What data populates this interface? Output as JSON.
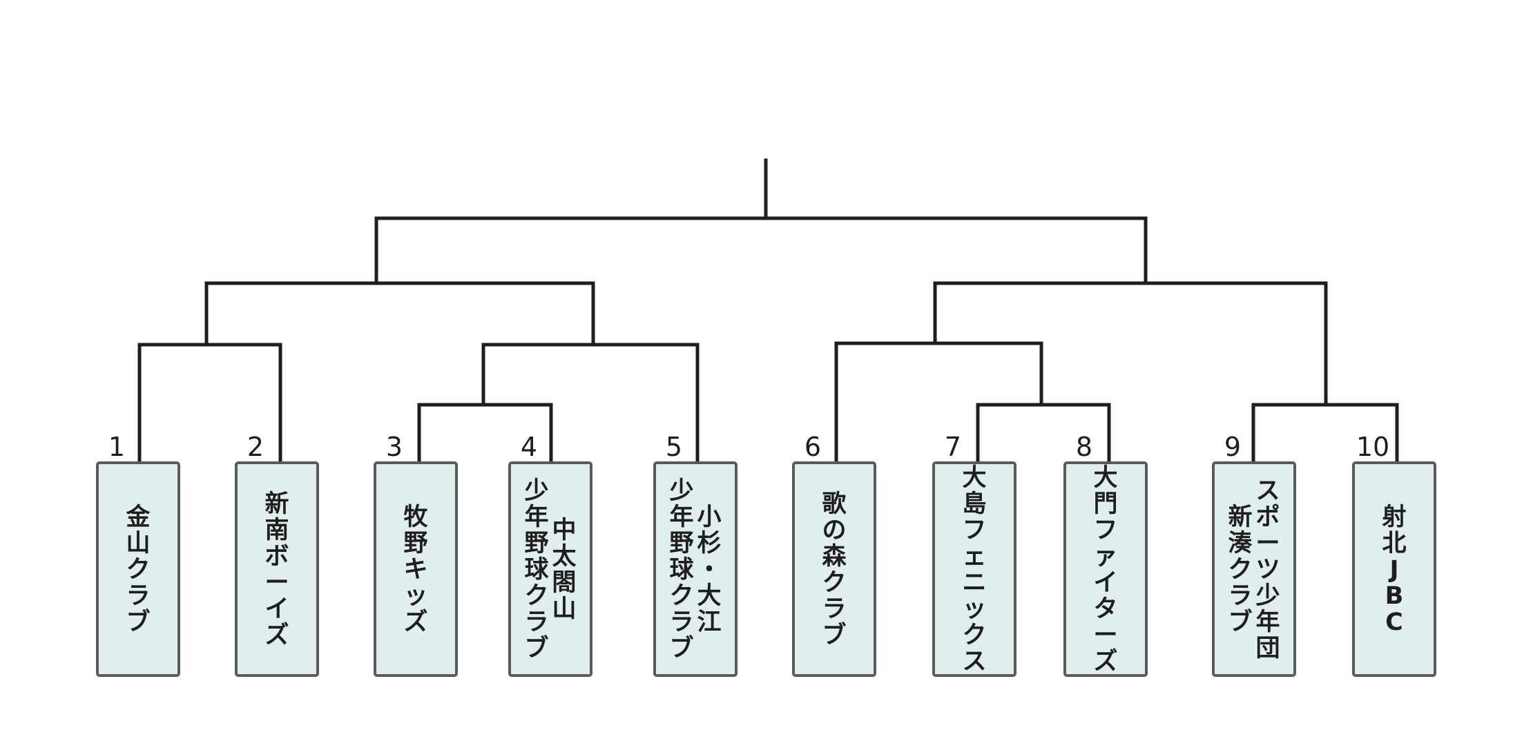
{
  "teams": [
    {
      "seed": "1",
      "name_lines": [
        "金山クラブ"
      ]
    },
    {
      "seed": "2",
      "name_lines": [
        "新南ボーイズ"
      ]
    },
    {
      "seed": "3",
      "name_lines": [
        "牧野キッズ"
      ]
    },
    {
      "seed": "4",
      "name_lines": [
        "中太閤山",
        "少年野球クラブ"
      ]
    },
    {
      "seed": "5",
      "name_lines": [
        "小杉・大江",
        "少年野球クラブ"
      ]
    },
    {
      "seed": "6",
      "name_lines": [
        "歌の森クラブ"
      ]
    },
    {
      "seed": "7",
      "name_lines": [
        "大島フェニックス"
      ]
    },
    {
      "seed": "8",
      "name_lines": [
        "大門ファイターズ"
      ]
    },
    {
      "seed": "9",
      "name_lines": [
        "スポーツ少年団",
        "新湊クラブ"
      ]
    },
    {
      "seed": "10",
      "name_lines": [
        "射北JBC"
      ]
    }
  ],
  "colors": {
    "box_fill": "#e1eeee",
    "box_stroke": "#5a5a5a",
    "line": "#1e1e1e"
  }
}
